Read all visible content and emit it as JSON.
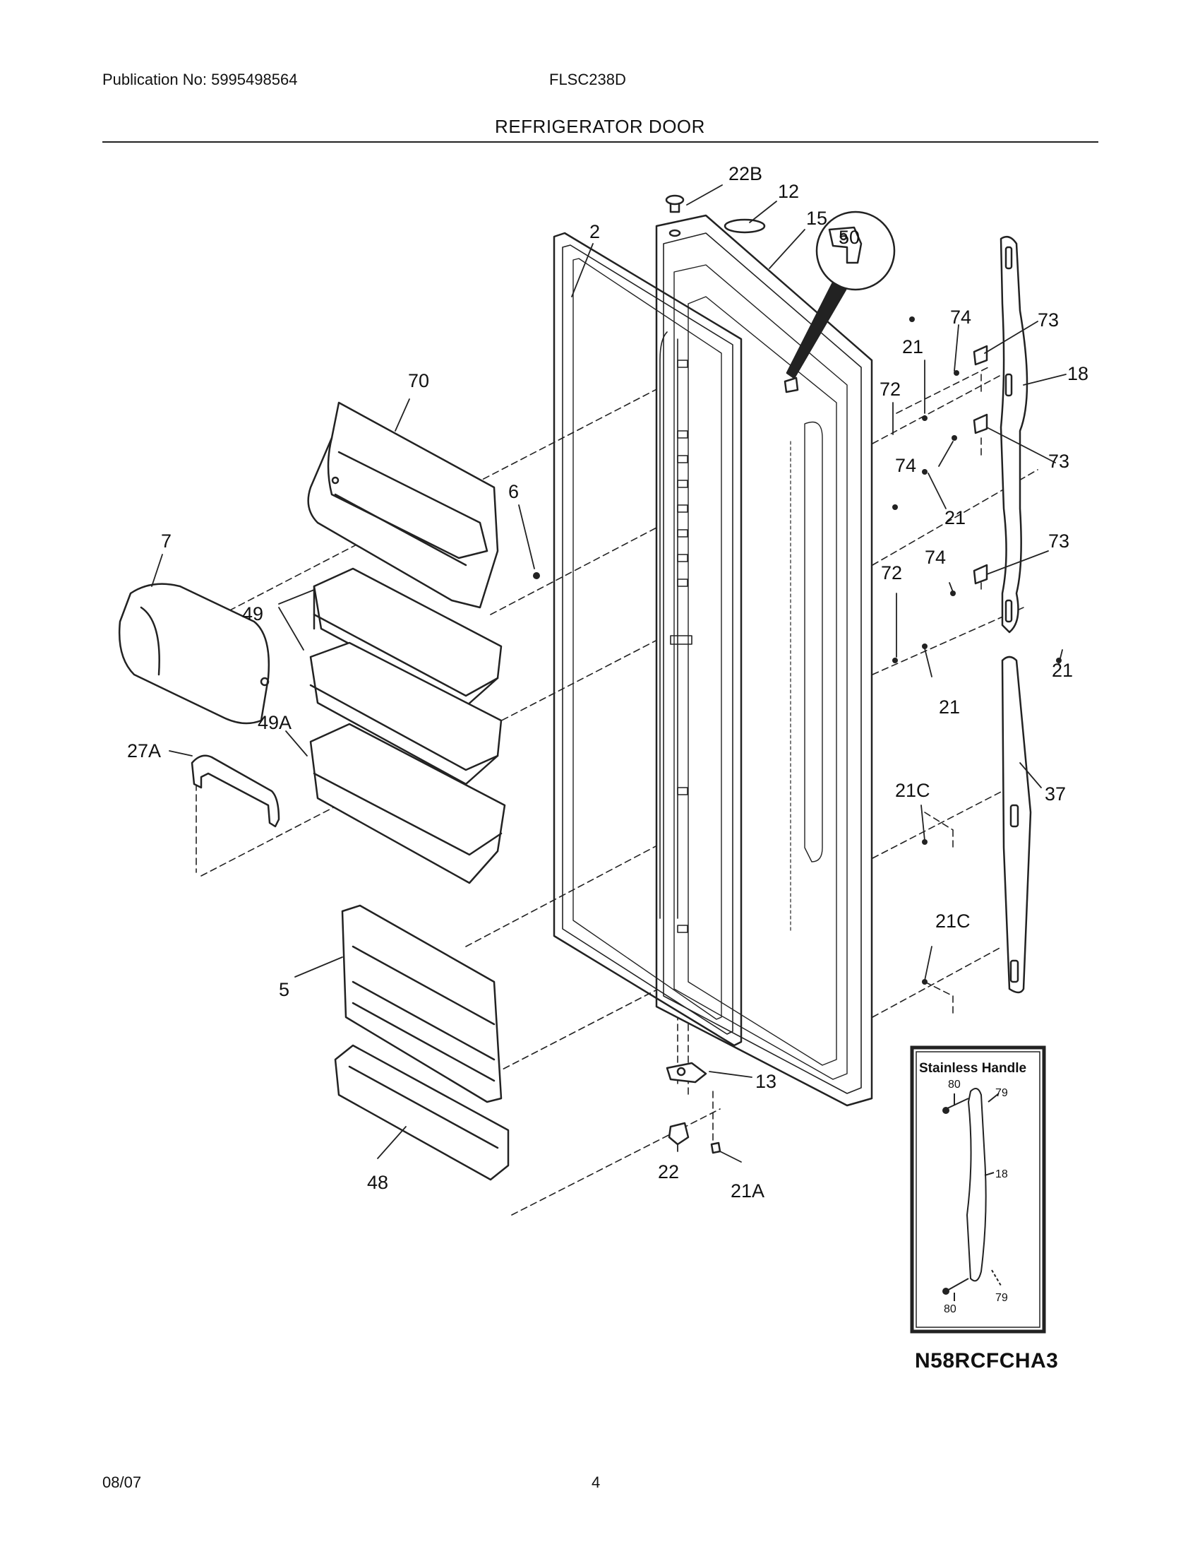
{
  "header": {
    "publication": "Publication No: 5995498564",
    "model": "FLSC238D",
    "section_title": "REFRIGERATOR DOOR"
  },
  "footer": {
    "date": "08/07",
    "page_number": "4"
  },
  "diagram_code": "N58RCFCHA3",
  "inset": {
    "title": "Stainless Handle",
    "labels": [
      "80",
      "79",
      "18",
      "80",
      "79"
    ]
  },
  "part_labels": [
    "22B",
    "12",
    "15",
    "2",
    "50",
    "74",
    "73",
    "21",
    "18",
    "72",
    "70",
    "74",
    "73",
    "6",
    "21",
    "7",
    "49",
    "74",
    "73",
    "72",
    "21",
    "21",
    "27A",
    "49A",
    "37",
    "21C",
    "21C",
    "5",
    "13",
    "22",
    "21A",
    "48"
  ]
}
